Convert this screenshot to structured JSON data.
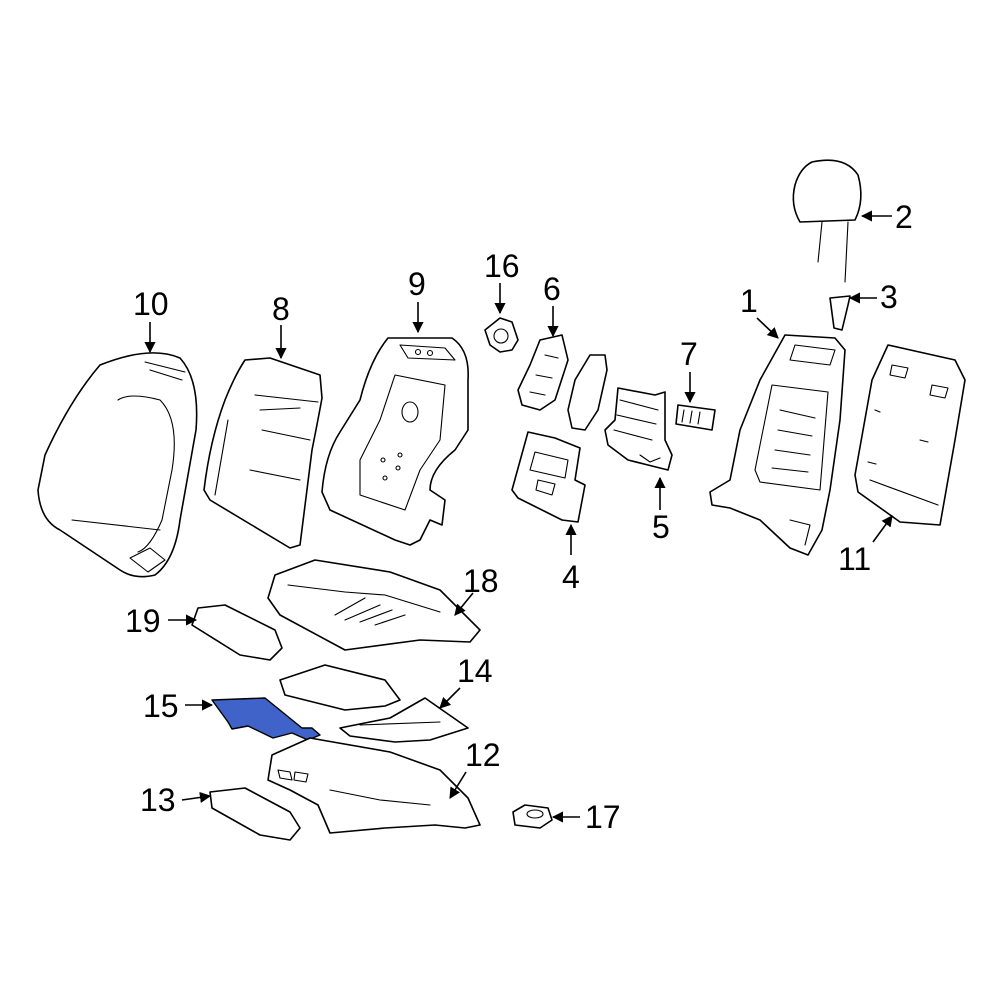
{
  "diagram": {
    "background": "#ffffff",
    "line_color": "#000000",
    "highlight_color": "#3f63c8",
    "highlighted_part": "15",
    "callouts": [
      {
        "id": "c1",
        "label": "1"
      },
      {
        "id": "c2",
        "label": "2"
      },
      {
        "id": "c3",
        "label": "3"
      },
      {
        "id": "c4",
        "label": "4"
      },
      {
        "id": "c5",
        "label": "5"
      },
      {
        "id": "c6",
        "label": "6"
      },
      {
        "id": "c7",
        "label": "7"
      },
      {
        "id": "c8",
        "label": "8"
      },
      {
        "id": "c9",
        "label": "9"
      },
      {
        "id": "c10",
        "label": "10"
      },
      {
        "id": "c11",
        "label": "11"
      },
      {
        "id": "c12",
        "label": "12"
      },
      {
        "id": "c13",
        "label": "13"
      },
      {
        "id": "c14",
        "label": "14"
      },
      {
        "id": "c15",
        "label": "15"
      },
      {
        "id": "c16",
        "label": "16"
      },
      {
        "id": "c17",
        "label": "17"
      },
      {
        "id": "c18",
        "label": "18"
      },
      {
        "id": "c19",
        "label": "19"
      }
    ]
  }
}
